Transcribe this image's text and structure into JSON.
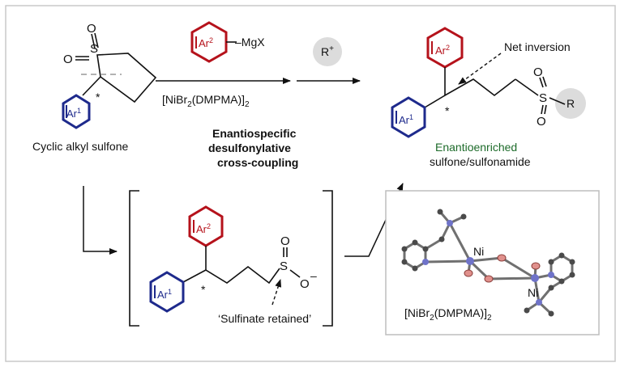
{
  "reagent": {
    "aryl_label": "Ar",
    "aryl_sup": "2",
    "grignard": "–MgX"
  },
  "cation": {
    "label": "R",
    "charge": "+"
  },
  "catalyst_label": {
    "pre": "[NiBr",
    "sub1": "2",
    "mid": "(DMPMA)]",
    "sub2": "2"
  },
  "substrate": {
    "aryl_label": "Ar",
    "aryl_sup": "1",
    "caption": "Cyclic alkyl sulfone",
    "sulfur": "S",
    "oxygen_top": "O",
    "oxygen_left": "O",
    "star": "*"
  },
  "reaction_title": [
    "Enantiospecific",
    "desulfonylative",
    "cross-coupling"
  ],
  "product": {
    "ar2": "Ar",
    "ar2_sup": "2",
    "ar1": "Ar",
    "ar1_sup": "1",
    "sulfur": "S",
    "oxygen": "O",
    "r_group": "R",
    "star": "*",
    "caption_line1": "Enantioenriched",
    "caption_line2": "sulfone/sulfonamide",
    "note": "Net inversion"
  },
  "intermediate": {
    "ar2": "Ar",
    "ar2_sup": "2",
    "ar1": "Ar",
    "ar1_sup": "1",
    "sulfur": "S",
    "oxygen_top": "O",
    "oxygen_right": "O",
    "charge": "–",
    "star": "*",
    "note": "‘Sulfinate retained’"
  },
  "crystal_structure": {
    "ni_label_1": "Ni",
    "ni_label_2": "Ni",
    "caption": {
      "pre": "[NiBr",
      "sub1": "2",
      "mid": "(DMPMA)]",
      "sub2": "2"
    }
  },
  "colors": {
    "ar1_blue": "#1e2a8c",
    "ar2_red": "#b5121b",
    "caption_green": "#1d6b2a",
    "cation_circle": "#dcdcdc",
    "border": "#bdbdbd",
    "ni_atom": "#6f73c9",
    "br_atom": "#e0908c"
  }
}
